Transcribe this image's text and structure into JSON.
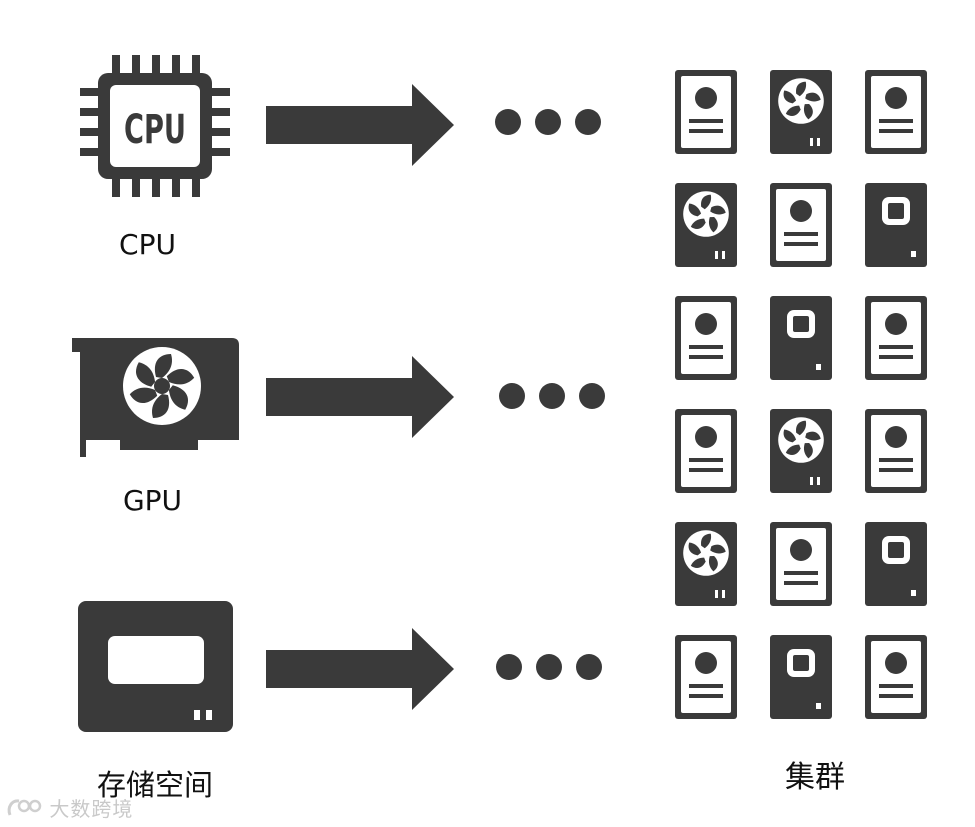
{
  "resources": [
    {
      "id": "cpu",
      "label": "CPU",
      "chip_text": "CPU"
    },
    {
      "id": "gpu",
      "label": "GPU"
    },
    {
      "id": "storage",
      "label": "存储空间"
    }
  ],
  "cluster": {
    "label": "集群",
    "grid": [
      [
        "server",
        "fan",
        "server"
      ],
      [
        "fan",
        "server",
        "box"
      ],
      [
        "server",
        "box",
        "server"
      ],
      [
        "server",
        "fan",
        "server"
      ],
      [
        "fan",
        "server",
        "box"
      ],
      [
        "server",
        "box",
        "server"
      ]
    ]
  },
  "watermark": {
    "text": "大数跨境"
  },
  "colors": {
    "icon": "#3a3a3a",
    "text": "#111111",
    "watermark": "#c9c9c9",
    "background": "#ffffff"
  },
  "icons": [
    "cpu-chip-icon",
    "gpu-card-icon",
    "storage-drive-icon",
    "arrow-right-icon",
    "ellipsis-icon",
    "server-icon",
    "fan-server-icon",
    "box-server-icon"
  ]
}
